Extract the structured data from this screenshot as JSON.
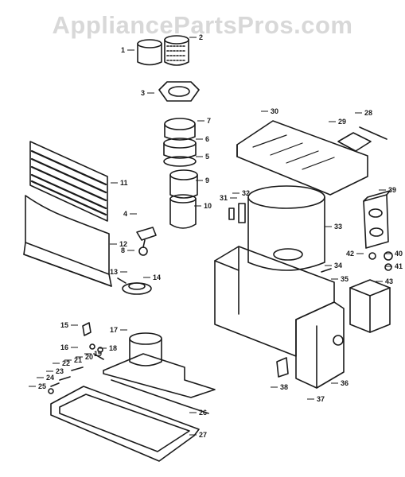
{
  "watermark": "AppliancePartsPros.com",
  "callouts": [
    "1",
    "2",
    "3",
    "7",
    "6",
    "5",
    "9",
    "10",
    "11",
    "4",
    "8",
    "12",
    "13",
    "14",
    "30",
    "28",
    "29",
    "31",
    "32",
    "33",
    "39",
    "34",
    "35",
    "42",
    "40",
    "41",
    "43",
    "15",
    "16",
    "17",
    "18",
    "19",
    "20",
    "21",
    "22",
    "23",
    "24",
    "25",
    "26",
    "27",
    "38",
    "36",
    "37"
  ],
  "colors": {
    "ink": "#1a1a1a",
    "watermark": "#d8d8d8",
    "paper": "#ffffff"
  }
}
